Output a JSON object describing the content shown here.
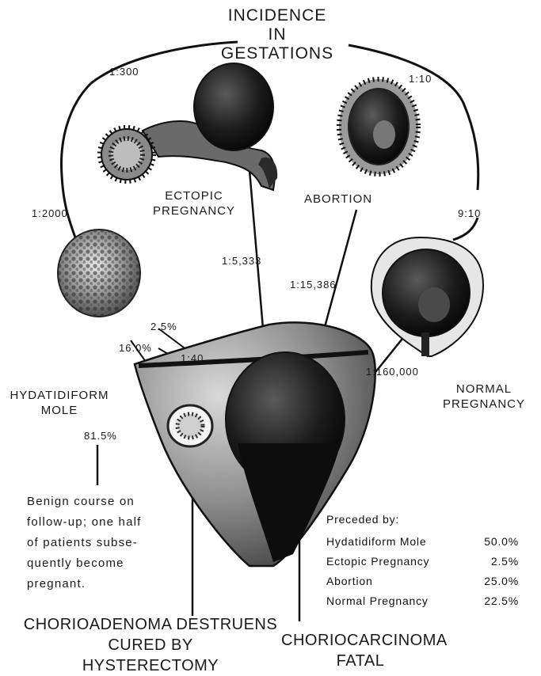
{
  "title_lines": [
    "INCIDENCE",
    "IN",
    "GESTATIONS"
  ],
  "ratios": {
    "ectopic": "1:300",
    "abortion": "1:10",
    "mole": "1:2000",
    "normal": "9:10",
    "ectopic_to_chorio": "1:5,333",
    "abortion_to_chorio": "1:15,386",
    "normal_to_chorio": "1:160,000",
    "mole_to_chorio": "1:40",
    "mole_to_chorio_pct": "2.5%",
    "mole_to_adenoma_pct": "16.0%",
    "mole_benign_pct": "81.5%"
  },
  "labels": {
    "ectopic": [
      "ECTOPIC",
      "PREGNANCY"
    ],
    "abortion": "ABORTION",
    "normal": [
      "NORMAL",
      "PREGNANCY"
    ],
    "mole": [
      "HYDATIDIFORM",
      "MOLE"
    ],
    "chorioadenoma": [
      "CHORIOADENOMA DESTRUENS",
      "CURED BY",
      "HYSTERECTOMY"
    ],
    "choriocarcinoma": [
      "CHORIOCARCINOMA",
      "FATAL"
    ]
  },
  "benign_note": [
    "Benign course on",
    "follow-up; one half",
    "of patients subse-",
    "quently become",
    "pregnant."
  ],
  "preceded_by": {
    "heading": "Preceded by:",
    "rows": [
      {
        "name": "Hydatidiform Mole",
        "value": "50.0%"
      },
      {
        "name": "Ectopic Pregnancy",
        "value": "2.5%"
      },
      {
        "name": "Abortion",
        "value": "25.0%"
      },
      {
        "name": "Normal Pregnancy",
        "value": "22.5%"
      }
    ]
  },
  "colors": {
    "ink": "#111111",
    "paper": "#ffffff",
    "tissue": "#3a3a3a"
  }
}
